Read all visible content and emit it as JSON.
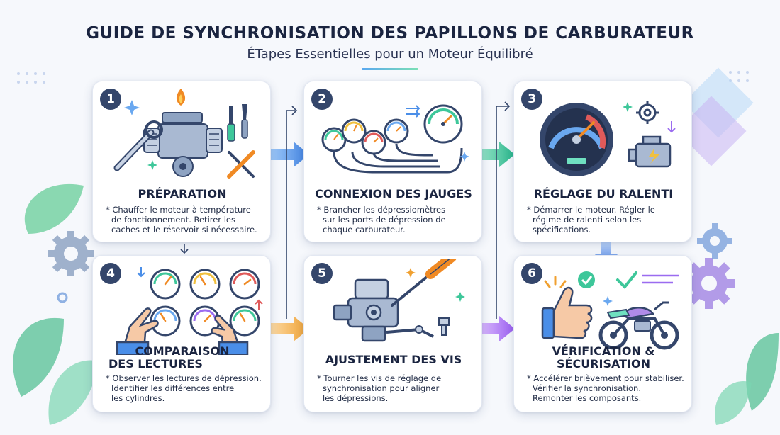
{
  "header": {
    "title": "GUIDE DE SYNCHRONISATION DES PAPILLONS DE CARBURATEUR",
    "subtitle": "ÉTapes Essentielles pour un Moteur Équilibré"
  },
  "steps": [
    {
      "number": "1",
      "title": "PRÉPARATION",
      "lines": [
        "* Chauffer le moteur à température",
        "de fonctionnement. Retirer les",
        "caches et le réservoir si nécessaire."
      ]
    },
    {
      "number": "2",
      "title": "CONNEXION DES JAUGES",
      "lines": [
        "* Brancher les dépressiomètres",
        "sur les ports de dépression de",
        "chaque carburateur."
      ]
    },
    {
      "number": "3",
      "title": "RÉGLAGE DU RALENTI",
      "lines": [
        "* Démarrer le moteur. Régler le",
        "régime de ralenti selon les",
        "spécifications."
      ]
    },
    {
      "number": "4",
      "title_lines": [
        "COMPARAISON",
        "DES LECTURES"
      ],
      "lines": [
        "* Observer les lectures de dépression.",
        "Identifier les différences entre",
        "les cylindres."
      ]
    },
    {
      "number": "5",
      "title": "AJUSTEMENT DES VIS",
      "lines": [
        "* Tourner les vis de réglage de",
        "synchronisation pour aligner",
        "les dépressions."
      ]
    },
    {
      "number": "6",
      "title_lines": [
        "VÉRIFICATION &",
        "SÉCURISATION"
      ],
      "lines": [
        "* Accélérer brièvement pour stabiliser.",
        "Vérifier la synchronisation.",
        "Remonter les composants."
      ]
    }
  ],
  "colors": {
    "badge": "#34466b",
    "arrow_blue": "#4a8ee8",
    "arrow_green": "#3ec79a",
    "arrow_purple": "#9b6cf0",
    "accent_orange": "#f08a24"
  }
}
